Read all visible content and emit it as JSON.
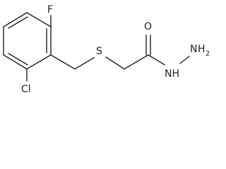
{
  "molecule": {
    "atoms": {
      "fluorine": "F",
      "chlorine": "Cl",
      "sulfur": "S",
      "oxygen": "O",
      "amine_nitrogen": "N",
      "amine_hydrogen": "H",
      "amine_h_count": "2",
      "hydrazide_nh": "NH"
    }
  }
}
